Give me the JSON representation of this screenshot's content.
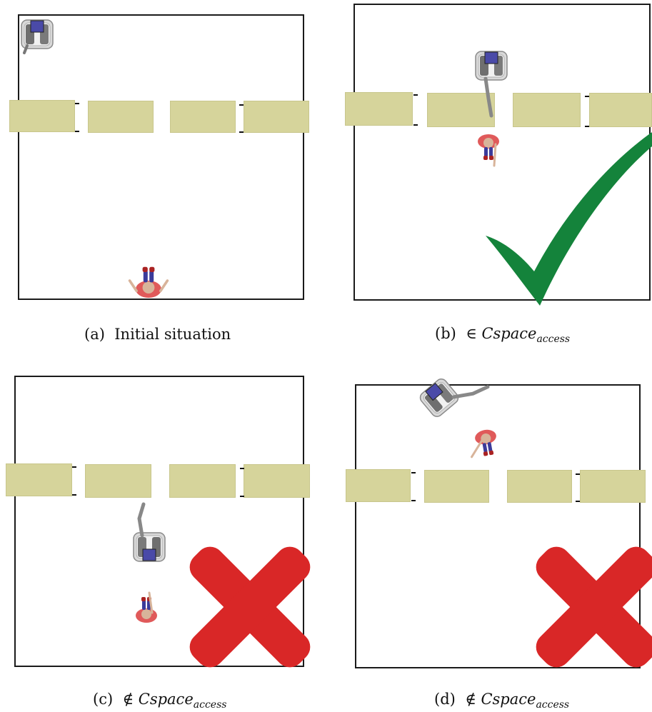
{
  "panels": [
    {
      "id": "a",
      "caption_prefix": "(a)",
      "caption_text": "Initial situation",
      "status": "none"
    },
    {
      "id": "b",
      "caption_prefix": "(b)",
      "caption_symbol": "∈",
      "caption_math": "Cspace",
      "caption_sub": "access",
      "status": "accepted"
    },
    {
      "id": "c",
      "caption_prefix": "(c)",
      "caption_symbol": "∉",
      "caption_math": "Cspace",
      "caption_sub": "access",
      "status": "rejected"
    },
    {
      "id": "d",
      "caption_prefix": "(d)",
      "caption_symbol": "∉",
      "caption_math": "Cspace",
      "caption_sub": "access",
      "status": "rejected"
    }
  ],
  "colors": {
    "table": "#d6d49b",
    "check": "#14833b",
    "cross": "#d92727",
    "human_shirt": "#e05a5a",
    "robot_screen": "#4a4aa8"
  },
  "icons": {
    "accept": "checkmark-icon",
    "reject": "cross-icon",
    "robot": "robot-icon",
    "human": "human-icon"
  }
}
